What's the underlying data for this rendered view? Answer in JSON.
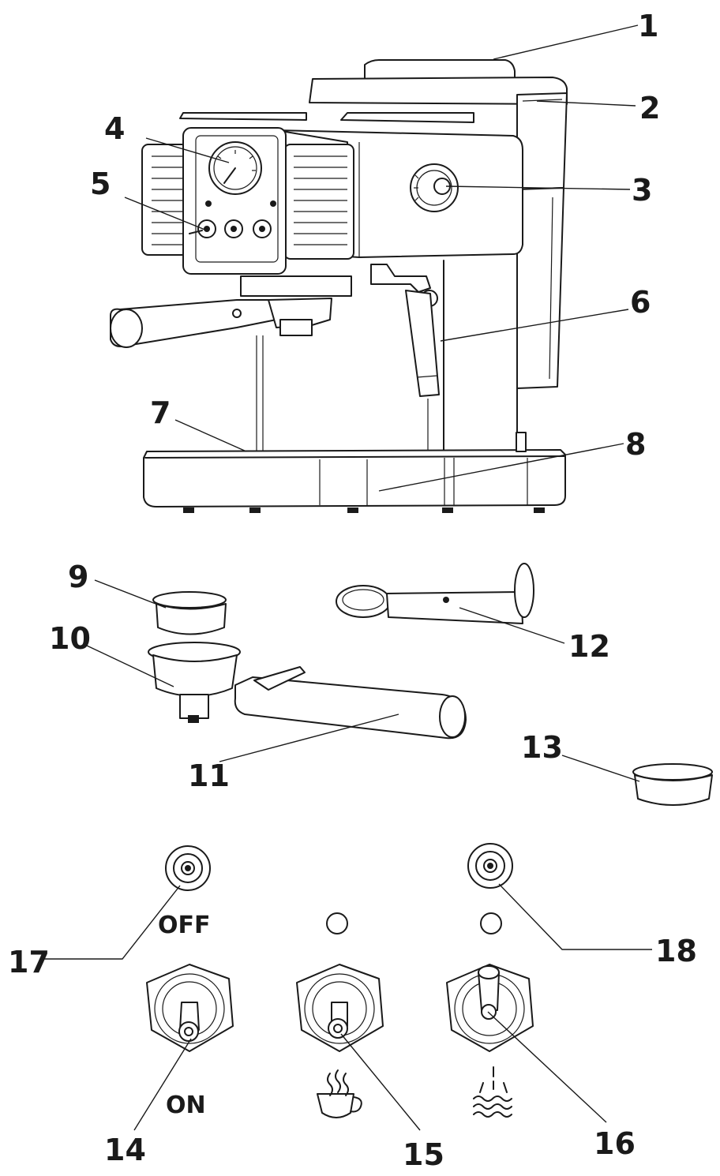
{
  "callouts": {
    "c1": "1",
    "c2": "2",
    "c3": "3",
    "c4": "4",
    "c5": "5",
    "c6": "6",
    "c7": "7",
    "c8": "8",
    "c9": "9",
    "c10": "10",
    "c11": "11",
    "c12": "12",
    "c13": "13",
    "c14": "14",
    "c15": "15",
    "c16": "16",
    "c17": "17",
    "c18": "18"
  },
  "panel": {
    "off_label": "OFF",
    "on_label": "ON",
    "coffee_icon": "coffee-cup-icon",
    "steam_icon": "steam-icon"
  }
}
